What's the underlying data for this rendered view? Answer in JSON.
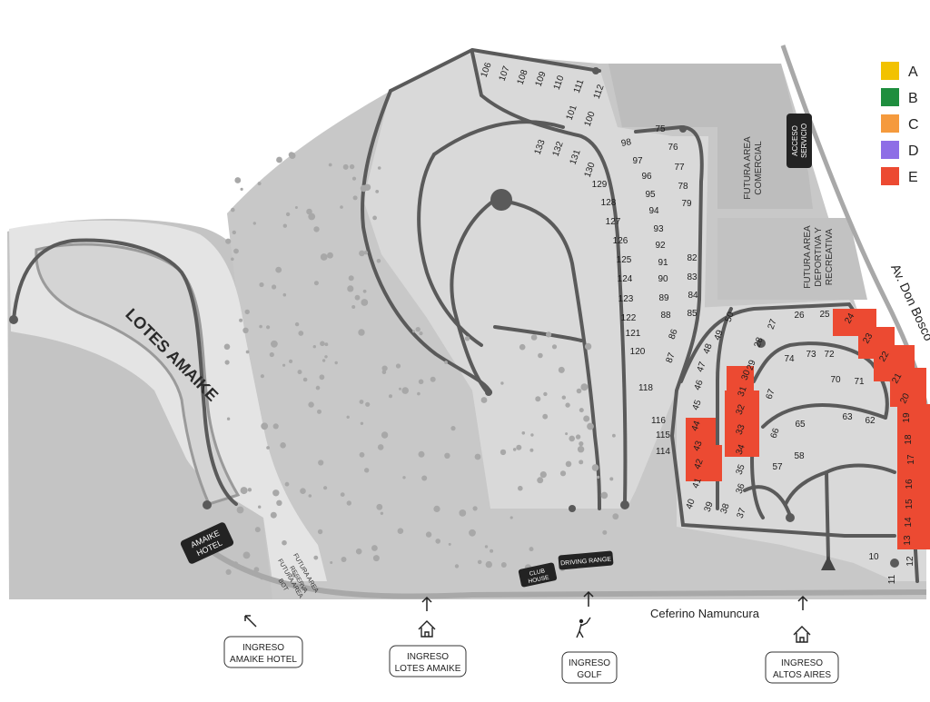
{
  "legend": [
    {
      "label": "A",
      "color": "#f2c200"
    },
    {
      "label": "B",
      "color": "#1e8e3e"
    },
    {
      "label": "C",
      "color": "#f59a3d"
    },
    {
      "label": "D",
      "color": "#8e6ee6"
    },
    {
      "label": "E",
      "color": "#ec4a32"
    }
  ],
  "colors": {
    "ground": "#c8c8c8",
    "road": "#5a5a5a",
    "available": "#ec4a32",
    "lot": "#d9d9d9"
  },
  "areas": {
    "lotes_amaike": "LOTES AMAIKE",
    "comercial": [
      "FUTURA AREA",
      "COMERCIAL"
    ],
    "deportiva": [
      "FUTURA AREA",
      "DEPORTIVA Y",
      "RECREATIVA"
    ],
    "futura_area_bot": [
      "FUTURA AREA",
      "BOT"
    ],
    "futura_area_res": [
      "FUTURA AREA",
      "RESERVA"
    ]
  },
  "badges": {
    "acceso": [
      "ACCESO",
      "SERVICIO"
    ],
    "amaike_hotel": [
      "AMAIKE",
      "HOTEL"
    ],
    "club_house": [
      "CLUB",
      "HOUSE"
    ],
    "driving_range": "DRIVING RANGE"
  },
  "streets": {
    "bottom": "Ceferino Namuncura",
    "right": "Av. Don Bosco"
  },
  "entrances": [
    {
      "lines": [
        "INGRESO",
        "AMAIKE HOTEL"
      ],
      "icon": "arrow-up-left-icon"
    },
    {
      "lines": [
        "INGRESO",
        "LOTES AMAIKE"
      ],
      "icon": "house-icon"
    },
    {
      "lines": [
        "INGRESO",
        "GOLF"
      ],
      "icon": "golfer-icon"
    },
    {
      "lines": [
        "INGRESO",
        "ALTOS AIRES"
      ],
      "icon": "house-icon"
    }
  ],
  "lots": [
    {
      "n": "106",
      "available": false
    },
    {
      "n": "107",
      "available": false
    },
    {
      "n": "108",
      "available": false
    },
    {
      "n": "109",
      "available": false
    },
    {
      "n": "110",
      "available": false
    },
    {
      "n": "111",
      "available": false
    },
    {
      "n": "112",
      "available": false
    },
    {
      "n": "101",
      "available": false
    },
    {
      "n": "100",
      "available": false
    },
    {
      "n": "75",
      "available": false
    },
    {
      "n": "98",
      "available": false
    },
    {
      "n": "76",
      "available": false
    },
    {
      "n": "97",
      "available": false
    },
    {
      "n": "77",
      "available": false
    },
    {
      "n": "96",
      "available": false
    },
    {
      "n": "78",
      "available": false
    },
    {
      "n": "95",
      "available": false
    },
    {
      "n": "79",
      "available": false
    },
    {
      "n": "94",
      "available": false
    },
    {
      "n": "93",
      "available": false
    },
    {
      "n": "92",
      "available": false
    },
    {
      "n": "91",
      "available": false
    },
    {
      "n": "82",
      "available": false
    },
    {
      "n": "90",
      "available": false
    },
    {
      "n": "83",
      "available": false
    },
    {
      "n": "89",
      "available": false
    },
    {
      "n": "84",
      "available": false
    },
    {
      "n": "88",
      "available": false
    },
    {
      "n": "85",
      "available": false
    },
    {
      "n": "87",
      "available": false
    },
    {
      "n": "86",
      "available": false
    },
    {
      "n": "133",
      "available": false
    },
    {
      "n": "132",
      "available": false
    },
    {
      "n": "131",
      "available": false
    },
    {
      "n": "130",
      "available": false
    },
    {
      "n": "129",
      "available": false
    },
    {
      "n": "128",
      "available": false
    },
    {
      "n": "127",
      "available": false
    },
    {
      "n": "126",
      "available": false
    },
    {
      "n": "125",
      "available": false
    },
    {
      "n": "124",
      "available": false
    },
    {
      "n": "123",
      "available": false
    },
    {
      "n": "122",
      "available": false
    },
    {
      "n": "121",
      "available": false
    },
    {
      "n": "120",
      "available": false
    },
    {
      "n": "118",
      "available": false
    },
    {
      "n": "116",
      "available": false
    },
    {
      "n": "115",
      "available": false
    },
    {
      "n": "114",
      "available": false
    },
    {
      "n": "50",
      "available": false
    },
    {
      "n": "49",
      "available": false
    },
    {
      "n": "48",
      "available": false
    },
    {
      "n": "47",
      "available": false
    },
    {
      "n": "46",
      "available": false
    },
    {
      "n": "45",
      "available": false
    },
    {
      "n": "44",
      "available": true
    },
    {
      "n": "43",
      "available": true
    },
    {
      "n": "42",
      "available": true
    },
    {
      "n": "41",
      "available": false
    },
    {
      "n": "40",
      "available": false
    },
    {
      "n": "39",
      "available": false
    },
    {
      "n": "38",
      "available": false
    },
    {
      "n": "37",
      "available": false
    },
    {
      "n": "36",
      "available": false
    },
    {
      "n": "35",
      "available": false
    },
    {
      "n": "34",
      "available": true
    },
    {
      "n": "33",
      "available": true
    },
    {
      "n": "32",
      "available": true
    },
    {
      "n": "31",
      "available": true
    },
    {
      "n": "30",
      "available": true
    },
    {
      "n": "29",
      "available": false
    },
    {
      "n": "28",
      "available": false
    },
    {
      "n": "27",
      "available": false
    },
    {
      "n": "26",
      "available": false
    },
    {
      "n": "25",
      "available": false
    },
    {
      "n": "24",
      "available": true
    },
    {
      "n": "23",
      "available": true
    },
    {
      "n": "22",
      "available": true
    },
    {
      "n": "21",
      "available": true
    },
    {
      "n": "20",
      "available": true
    },
    {
      "n": "19",
      "available": true
    },
    {
      "n": "18",
      "available": true
    },
    {
      "n": "17",
      "available": true
    },
    {
      "n": "16",
      "available": true
    },
    {
      "n": "15",
      "available": true
    },
    {
      "n": "14",
      "available": true
    },
    {
      "n": "13",
      "available": true
    },
    {
      "n": "12",
      "available": false
    },
    {
      "n": "11",
      "available": false
    },
    {
      "n": "10",
      "available": false
    },
    {
      "n": "74",
      "available": false
    },
    {
      "n": "73",
      "available": false
    },
    {
      "n": "72",
      "available": false
    },
    {
      "n": "71",
      "available": false
    },
    {
      "n": "70",
      "available": false
    },
    {
      "n": "67",
      "available": false
    },
    {
      "n": "66",
      "available": false
    },
    {
      "n": "65",
      "available": false
    },
    {
      "n": "63",
      "available": false
    },
    {
      "n": "62",
      "available": false
    },
    {
      "n": "58",
      "available": false
    },
    {
      "n": "57",
      "available": false
    }
  ]
}
